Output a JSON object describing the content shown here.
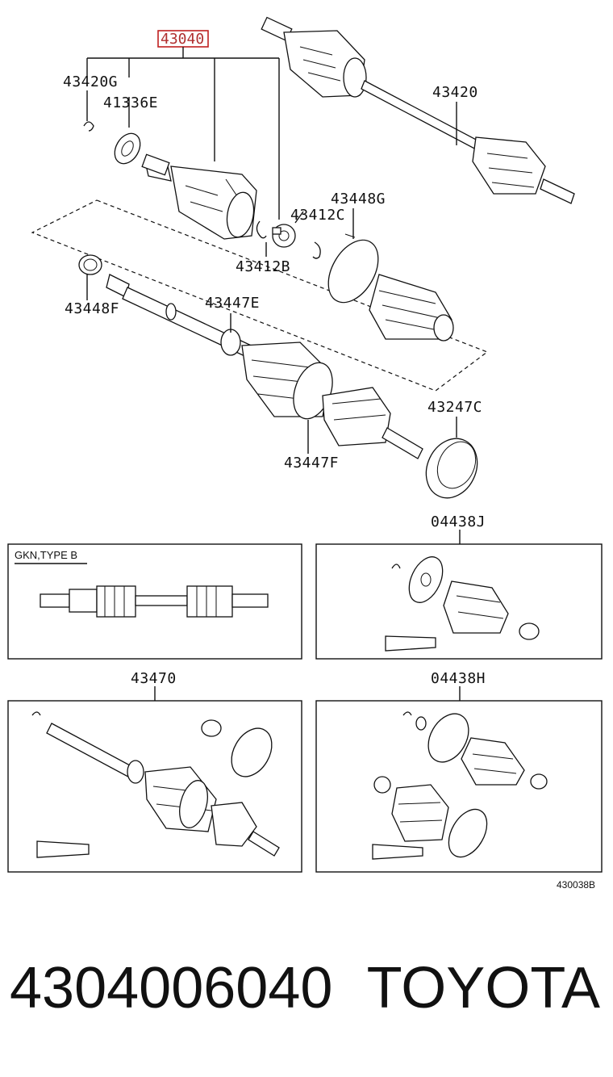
{
  "diagram": {
    "highlight_label": "43040",
    "labels": {
      "l43420G": "43420G",
      "l41336E": "41336E",
      "l43420": "43420",
      "l43412C": "43412C",
      "l43448G": "43448G",
      "l43412B": "43412B",
      "l43448F": "43448F",
      "l43447E": "43447E",
      "l43247C": "43247C",
      "l43447F": "43447F",
      "l04438J": "04438J",
      "l43470": "43470",
      "l04438H": "04438H"
    },
    "box_gkn_header": "GKN,TYPE B",
    "figure_number": "430038B"
  },
  "footer": {
    "part_number": "4304006040",
    "brand": "TOYOTA"
  }
}
